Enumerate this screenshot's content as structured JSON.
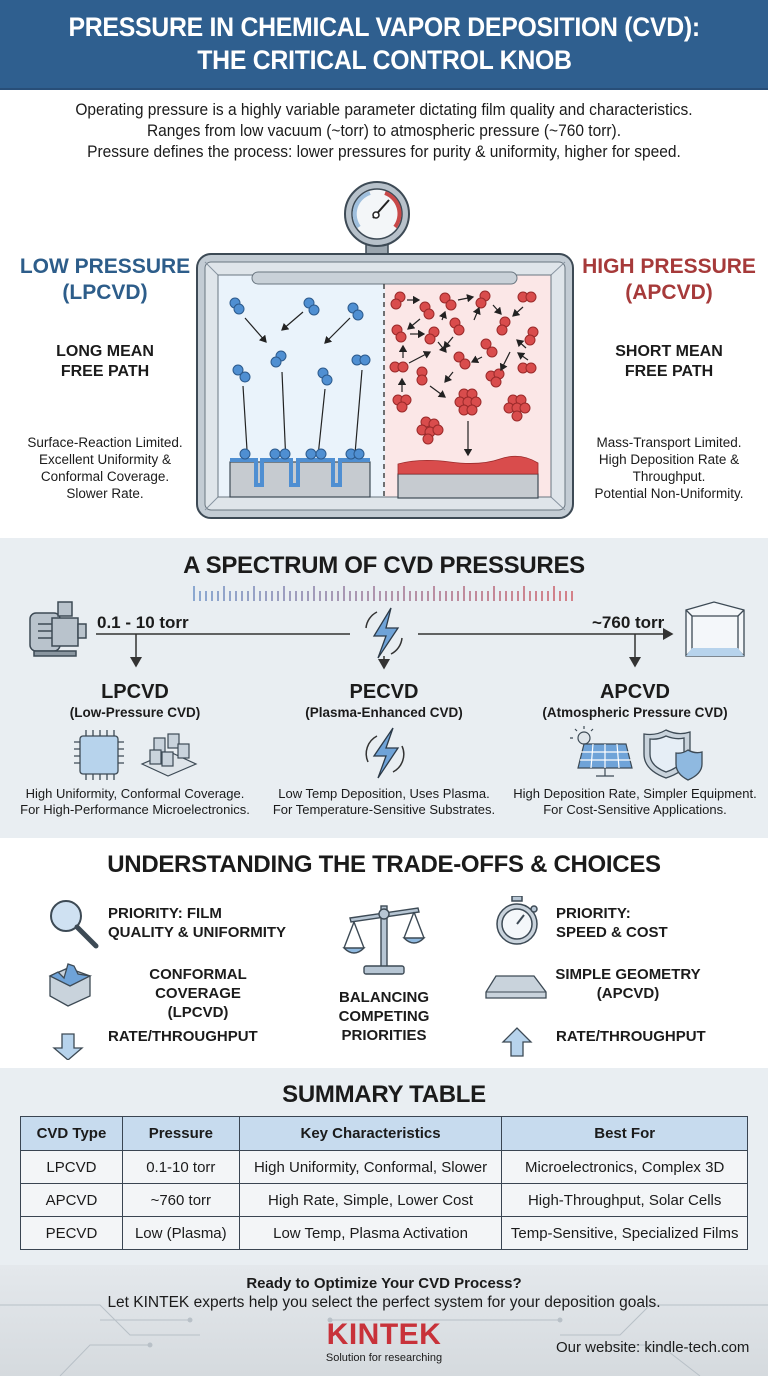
{
  "header": {
    "title_line1": "PRESSURE IN CHEMICAL VAPOR DEPOSITION (CVD):",
    "title_line2": "THE CRITICAL CONTROL KNOB",
    "bg_color": "#2f5f8f"
  },
  "intro": {
    "lines": [
      "Operating pressure is a highly variable parameter dictating film quality and characteristics.",
      "Ranges from low vacuum (~torr) to atmospheric pressure (~760 torr).",
      "Pressure defines the process: lower pressures for purity & uniformity, higher for speed."
    ]
  },
  "chamber": {
    "gauge_icon": "pressure-gauge-icon",
    "low": {
      "title_line1": "LOW PRESSURE",
      "title_line2": "(LPCVD)",
      "path_line1": "LONG MEAN",
      "path_line2": "FREE PATH",
      "desc": [
        "Surface-Reaction Limited.",
        "Excellent Uniformity &",
        "Conformal Coverage.",
        "Slower Rate."
      ],
      "color": "#2d5d8a"
    },
    "high": {
      "title_line1": "HIGH PRESSURE",
      "title_line2": "(APCVD)",
      "path_line1": "SHORT MEAN",
      "path_line2": "FREE PATH",
      "desc": [
        "Mass-Transport Limited.",
        "High Deposition Rate &",
        "Throughput.",
        "Potential Non-Uniformity."
      ],
      "color": "#a63a3a"
    }
  },
  "spectrum": {
    "title": "A SPECTRUM OF CVD PRESSURES",
    "low_range": "0.1 - 10 torr",
    "high_range": "~760 torr",
    "items": [
      {
        "name": "LPCVD",
        "sub": "(Low-Pressure CVD)",
        "desc1": "High Uniformity, Conformal Coverage.",
        "desc2": "For High-Performance Microelectronics.",
        "icons": [
          "microchip-icon",
          "3d-blocks-icon"
        ]
      },
      {
        "name": "PECVD",
        "sub": "(Plasma-Enhanced CVD)",
        "desc1": "Low Temp Deposition, Uses Plasma.",
        "desc2": "For Temperature-Sensitive Substrates.",
        "icons": [
          "plasma-bolt-icon"
        ]
      },
      {
        "name": "APCVD",
        "sub": "(Atmospheric Pressure CVD)",
        "desc1": "High Deposition Rate, Simpler Equipment.",
        "desc2": "For Cost-Sensitive Applications.",
        "icons": [
          "solar-panel-icon",
          "shield-icon"
        ]
      }
    ]
  },
  "tradeoffs": {
    "title": "UNDERSTANDING THE TRADE-OFFS & CHOICES",
    "left": [
      {
        "line1": "PRIORITY: FILM",
        "line2": "QUALITY & UNIFORMITY",
        "icon": "magnifier-icon"
      },
      {
        "line1": "CONFORMAL COVERAGE",
        "line2": "(LPCVD)",
        "icon": "conformal-block-icon"
      },
      {
        "line1": "RATE/THROUGHPUT",
        "icon": "arrow-down-icon"
      }
    ],
    "center": {
      "line1": "BALANCING",
      "line2": "COMPETING",
      "line3": "PRIORITIES",
      "icon": "balance-scale-icon"
    },
    "right": [
      {
        "line1": "PRIORITY:",
        "line2": "SPEED & COST",
        "icon": "stopwatch-icon"
      },
      {
        "line1": "SIMPLE GEOMETRY",
        "line2": "(APCVD)",
        "icon": "flat-slab-icon"
      },
      {
        "line1": "RATE/THROUGHPUT",
        "icon": "arrow-up-icon"
      }
    ]
  },
  "summary": {
    "title": "SUMMARY TABLE",
    "columns": [
      "CVD Type",
      "Pressure",
      "Key Characteristics",
      "Best For"
    ],
    "rows": [
      [
        "LPCVD",
        "0.1-10 torr",
        "High Uniformity, Conformal, Slower",
        "Microelectronics, Complex 3D"
      ],
      [
        "APCVD",
        "~760 torr",
        "High Rate, Simple, Lower Cost",
        "High-Throughput, Solar Cells"
      ],
      [
        "PECVD",
        "Low (Plasma)",
        "Low Temp, Plasma Activation",
        "Temp-Sensitive, Specialized Films"
      ]
    ]
  },
  "footer": {
    "cta": "Ready to Optimize Your CVD Process?",
    "sub": "Let KINTEK experts help you select the perfect system for your deposition goals.",
    "brand": "KINTEK",
    "tagline": "Solution for researching",
    "website": "Our website: kindle-tech.com",
    "brand_color": "#c8323a"
  }
}
